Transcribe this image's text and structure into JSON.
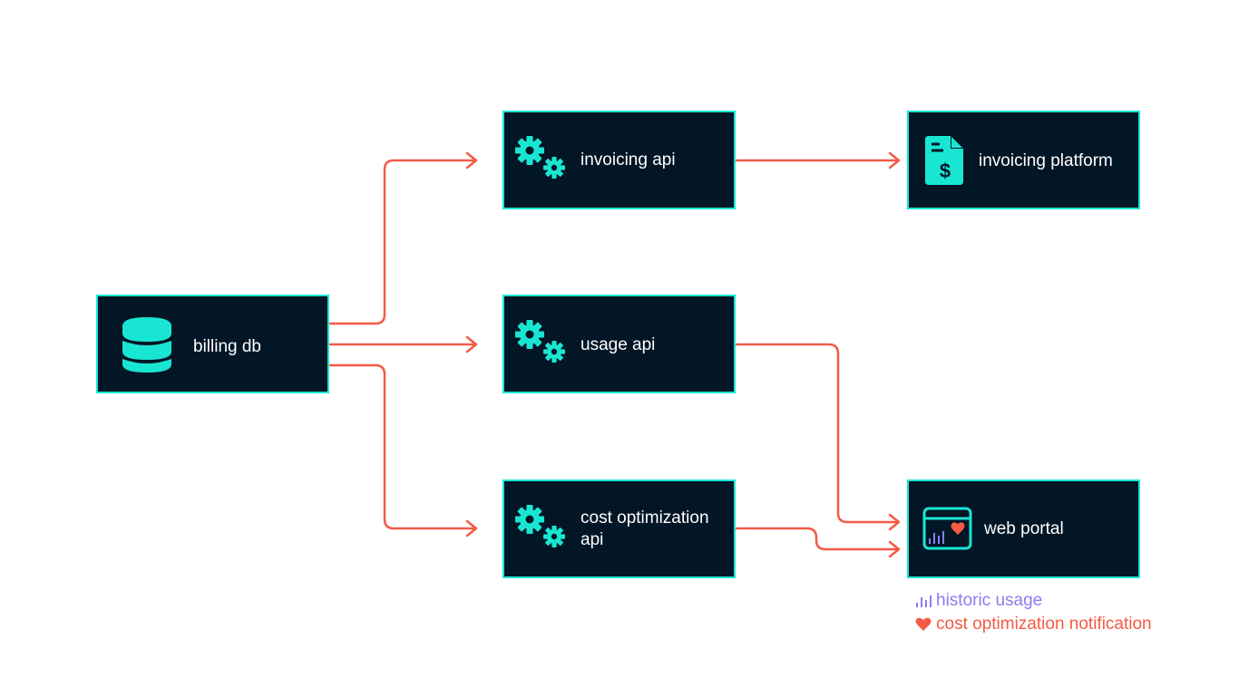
{
  "colors": {
    "node_fill": "#021626",
    "node_border": "#19e6d2",
    "icon": "#19e6d2",
    "arrow": "#f45a45",
    "legend_usage": "#8a7ef0",
    "legend_cost": "#f45a45"
  },
  "nodes": {
    "billing_db": {
      "label": "billing db",
      "icon": "database-icon"
    },
    "invoicing_api": {
      "label": "invoicing api",
      "icon": "gears-icon"
    },
    "usage_api": {
      "label": "usage api",
      "icon": "gears-icon"
    },
    "cost_api": {
      "label_line1": "cost optimization",
      "label_line2": "api",
      "icon": "gears-icon"
    },
    "invoicing_platform": {
      "label": "invoicing platform",
      "icon": "invoice-dollar-icon"
    },
    "web_portal": {
      "label": "web portal",
      "icon": "browser-chart-heart-icon"
    }
  },
  "edges": [
    {
      "from": "billing db",
      "to": "invoicing api"
    },
    {
      "from": "billing db",
      "to": "usage api"
    },
    {
      "from": "billing db",
      "to": "cost optimization api"
    },
    {
      "from": "invoicing api",
      "to": "invoicing platform"
    },
    {
      "from": "usage api",
      "to": "web portal"
    },
    {
      "from": "cost optimization api",
      "to": "web portal"
    }
  ],
  "legend": {
    "historic_usage": "historic usage",
    "cost_notification": "cost optimization notification"
  }
}
